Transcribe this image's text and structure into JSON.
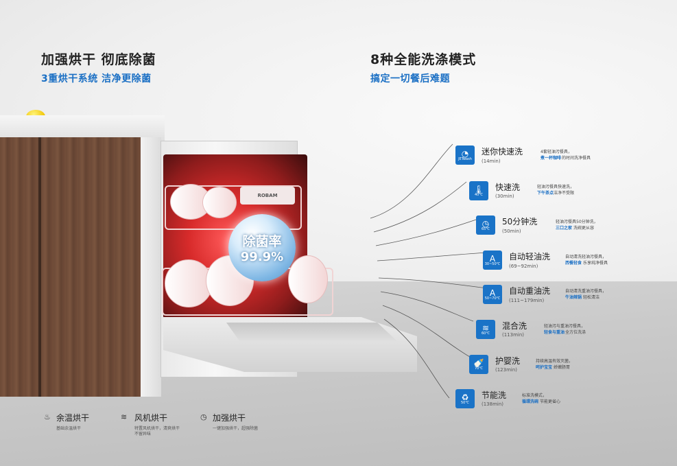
{
  "left_heading": {
    "title": "加强烘干 彻底除菌",
    "subtitle": "3重烘干系统 洁净更除菌"
  },
  "right_heading": {
    "title": "8种全能洗涤模式",
    "subtitle": "搞定一切餐后难题"
  },
  "badge": {
    "title": "除菌率",
    "value": "99.9%"
  },
  "brand_mark": "ROBAM",
  "accent_color": "#1a73c7",
  "programs": [
    {
      "name": "迷你快速洗",
      "time": "(14min)",
      "icon": "jet-wash-icon",
      "icon_text": "JETwash",
      "desc": "4套轻油污餐具，",
      "highlight": "煮一杯咖啡",
      "desc_tail": "的时间洗净餐具"
    },
    {
      "name": "快速洗",
      "time": "(30min)",
      "icon": "thermometer-40-icon",
      "icon_text": "40℃",
      "desc": "轻油污餐具快速洗，",
      "highlight": "下午茶点",
      "desc_tail": "洁净不受限"
    },
    {
      "name": "50分钟洗",
      "time": "(50min)",
      "icon": "timer-65-icon",
      "icon_text": "65℃",
      "desc": "轻油污餐具50分钟洗，",
      "highlight": "三口之家",
      "desc_tail": "洗碗更从容"
    },
    {
      "name": "自动轻油洗",
      "time": "(69~92min)",
      "icon": "auto-light-icon",
      "icon_text": "30~50℃",
      "desc": "自动清洗轻油污餐具，",
      "highlight": "西餐轻食",
      "desc_tail": "乐享纯净餐具"
    },
    {
      "name": "自动重油洗",
      "time": "(111~179min)",
      "icon": "auto-heavy-icon",
      "icon_text": "50~70℃",
      "desc": "自动清洗重油污餐具，",
      "highlight": "牛油辣锅",
      "desc_tail": "轻松清洁"
    },
    {
      "name": "混合洗",
      "time": "(113min)",
      "icon": "dual-pressure-icon",
      "icon_text": "60℃",
      "desc": "轻油污与重油污餐具，",
      "highlight": "轻食与重油",
      "desc_tail": "全方位洗涤"
    },
    {
      "name": "护婴洗",
      "time": "(123min)",
      "icon": "baby-bottle-icon",
      "icon_text": "70℃",
      "desc": "持续高温有效灭菌，",
      "highlight": "呵护宝宝",
      "desc_tail": "娇嫩肠胃"
    },
    {
      "name": "节能洗",
      "time": "(138min)",
      "icon": "eco-icon",
      "icon_text": "50℃",
      "desc": "标准洗模式，",
      "highlight": "循環洗碗",
      "desc_tail": "节能更省心"
    }
  ],
  "dry_modes": [
    {
      "name": "余温烘干",
      "icon": "residual-heat-icon",
      "desc": "基础余温烘干"
    },
    {
      "name": "风机烘干",
      "icon": "fan-icon",
      "desc": "特置风机烘干，清爽烘干|不留异味"
    },
    {
      "name": "加强烘干",
      "icon": "boost-dry-icon",
      "desc": "一键加强烘干，超强除菌"
    }
  ]
}
